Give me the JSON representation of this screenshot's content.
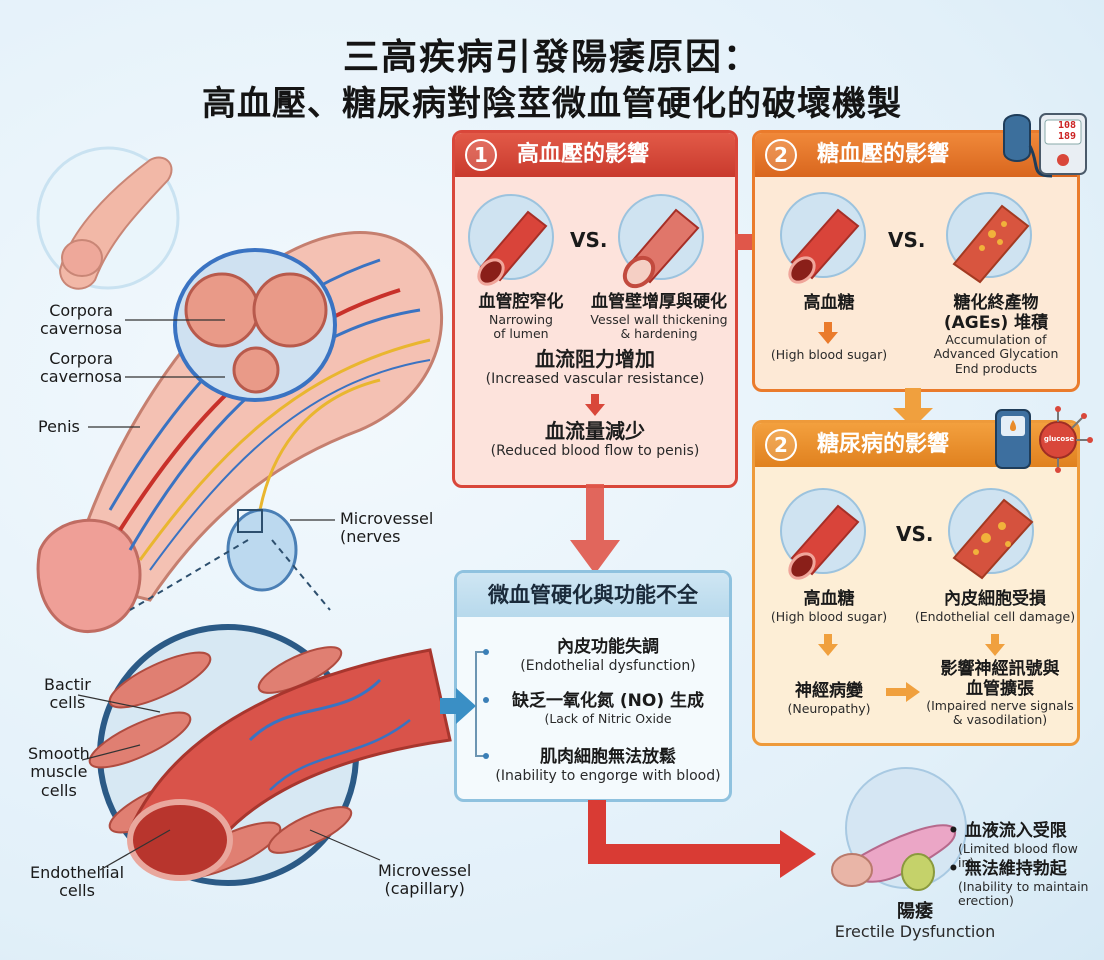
{
  "title": {
    "line1": "三高疾病引發陽痿原因：",
    "line2": "高血壓、糖尿病對陰莖微血管硬化的破壞機製"
  },
  "anatomy": {
    "corpora1": "Corpora\ncavernosa",
    "corpora2": "Corpora\ncavernosa",
    "penis": "Penis",
    "microvessel_nerves": "Microvessel\n(nerves",
    "bactir": "Bactir\ncells",
    "smooth": "Smooth\nmuscle\ncells",
    "endothelial": "Endotheliial\ncells",
    "microvessel_cap": "Microvessel\n(capillary)"
  },
  "panel_hypertension": {
    "num": "1",
    "title": "高血壓的影響",
    "vs": "VS.",
    "left_zh": "血管腔窄化",
    "left_en": "Narrowing\nof lumen",
    "right_zh": "血管壁增厚與硬化",
    "right_en": "Vessel wall thickening\n& hardening",
    "mid_zh": "血流阻力增加",
    "mid_en": "(Increased vascular resistance)",
    "bot_zh": "血流量減少",
    "bot_en": "(Reduced blood flow to penis)"
  },
  "panel_sugar": {
    "num": "2",
    "title": "糖血壓的影響",
    "vs": "VS.",
    "meter_top": "108",
    "meter_bot": "189",
    "left_zh": "高血糖",
    "left_en": "(High blood sugar)",
    "right_zh": "糖化終產物\n(AGEs) 堆積",
    "right_en": "Accumulation of\nAdvanced Glycation\nEnd products"
  },
  "panel_diabetes": {
    "num": "2",
    "title": "糖尿病的影響",
    "vs": "VS.",
    "glucose_label": "glucose",
    "left_zh": "高血糖",
    "left_en": "(High blood sugar)",
    "right_zh": "內皮細胞受損",
    "right_en": "(Endothelial cell damage)",
    "neuro_zh": "神經病變",
    "neuro_en": "(Neuropathy)",
    "impair_zh": "影響神經訊號與\n血管擴張",
    "impair_en": "(Impaired nerve signals\n& vasodilation)"
  },
  "panel_micro": {
    "title": "微血管硬化與功能不全",
    "items": [
      {
        "zh": "內皮功能失調",
        "en": "(Endothelial dysfunction)"
      },
      {
        "zh": "缺乏一氧化氮 (NO) 生成",
        "en": "(Lack of Nitric Oxide"
      },
      {
        "zh": "肌肉細胞無法放鬆",
        "en": "(Inability to engorge with blood)"
      }
    ]
  },
  "outcome": {
    "b1_zh": "血液流入受限",
    "b1_en": "(Limited blood flow in)",
    "b2_zh": "無法維持勃起",
    "b2_en": "(Inability to maintain\nerection)",
    "zh": "陽痿",
    "en": "Erectile Dysfunction"
  },
  "colors": {
    "red": "#d9473a",
    "orange": "#ea7b2c",
    "yellow": "#ee9a3a",
    "blue": "#8fc2df",
    "vessel": "#c8312a",
    "nerve": "#e9b62f",
    "vein": "#3a73c2"
  }
}
